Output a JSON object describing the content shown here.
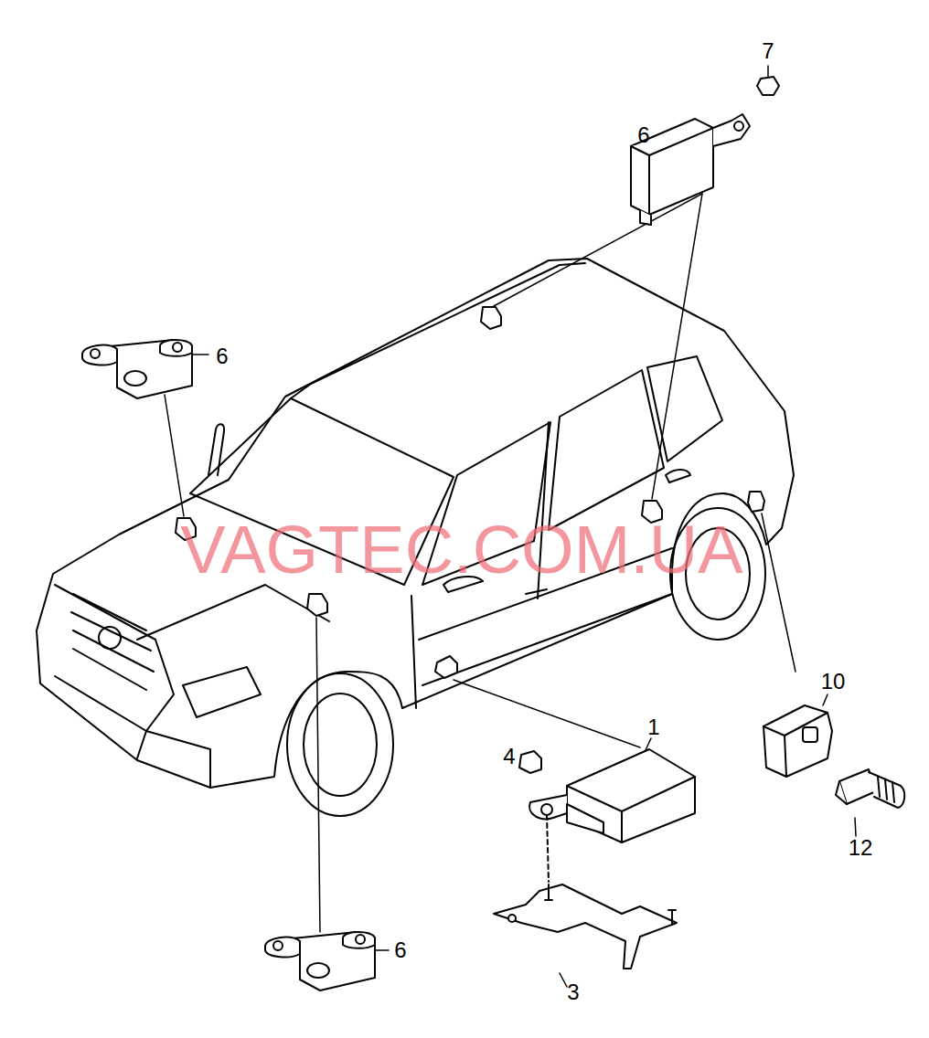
{
  "diagram": {
    "labels": [
      "7",
      "6",
      "6",
      "10",
      "1",
      "4",
      "12",
      "6",
      "3",
      "VAGTEC.COM.UA"
    ]
  }
}
